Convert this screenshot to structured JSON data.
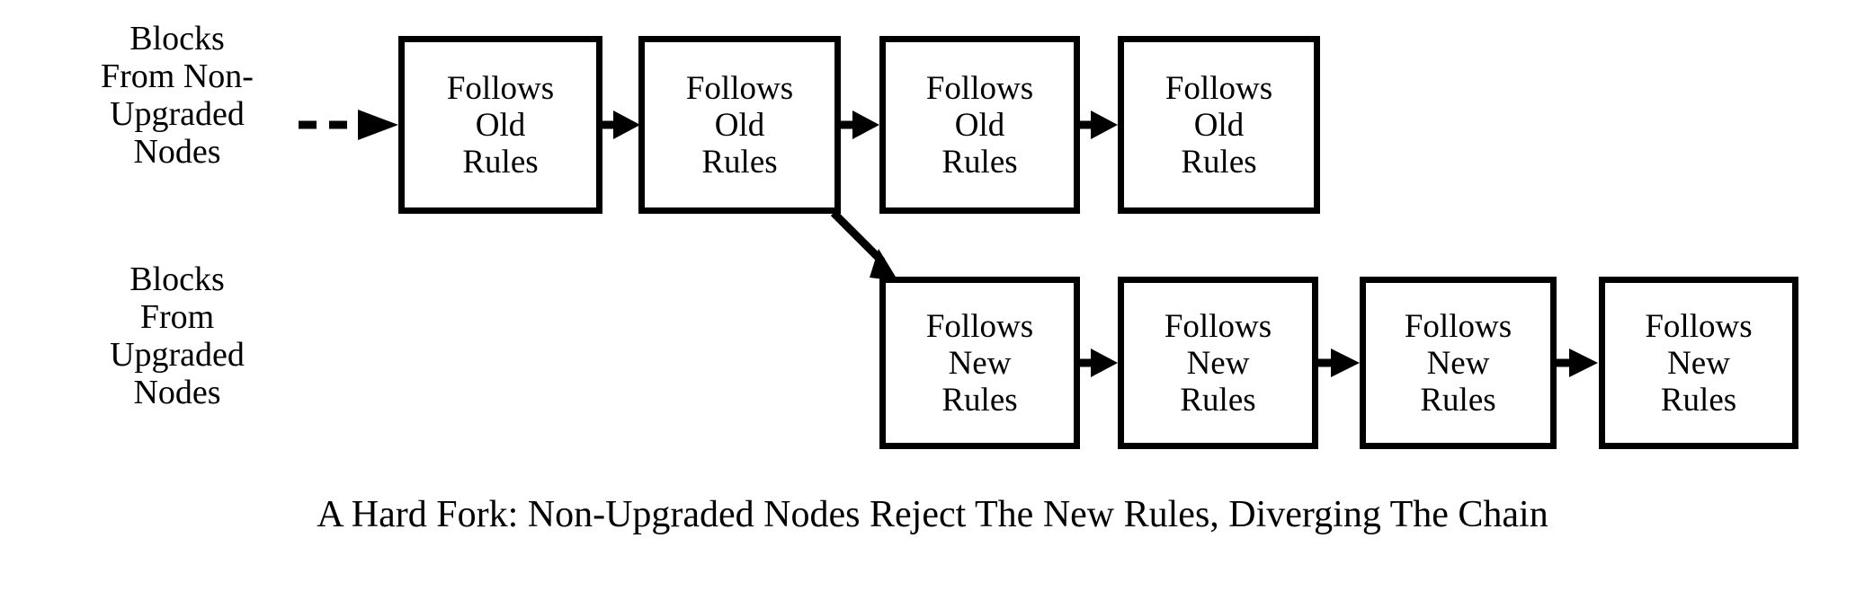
{
  "diagram": {
    "title": "A Hard Fork Blockchain Diagram",
    "background_color": "#ffffff",
    "stroke_color": "#000000",
    "caption": "A Hard Fork:  Non-Upgraded Nodes Reject The New Rules, Diverging The Chain",
    "rows": [
      {
        "id": "non-upgraded",
        "label": "Blocks\nFrom Non-\nUpgraded\nNodes",
        "blocks": [
          {
            "line1": "Follows",
            "line2": "Old",
            "line3": "Rules"
          },
          {
            "line1": "Follows",
            "line2": "Old",
            "line3": "Rules"
          },
          {
            "line1": "Follows",
            "line2": "Old",
            "line3": "Rules"
          },
          {
            "line1": "Follows",
            "line2": "Old",
            "line3": "Rules"
          }
        ]
      },
      {
        "id": "upgraded",
        "label": "Blocks\nFrom\nUpgraded\nNodes",
        "blocks": [
          {
            "line1": "Follows",
            "line2": "New",
            "line3": "Rules"
          },
          {
            "line1": "Follows",
            "line2": "New",
            "line3": "Rules"
          },
          {
            "line1": "Follows",
            "line2": "New",
            "line3": "Rules"
          },
          {
            "line1": "Follows",
            "line2": "New",
            "line3": "Rules"
          }
        ]
      }
    ],
    "connectors": {
      "entry": "dashed-arrow",
      "chain": "solid-arrow",
      "fork": "diagonal-solid-arrow"
    }
  }
}
